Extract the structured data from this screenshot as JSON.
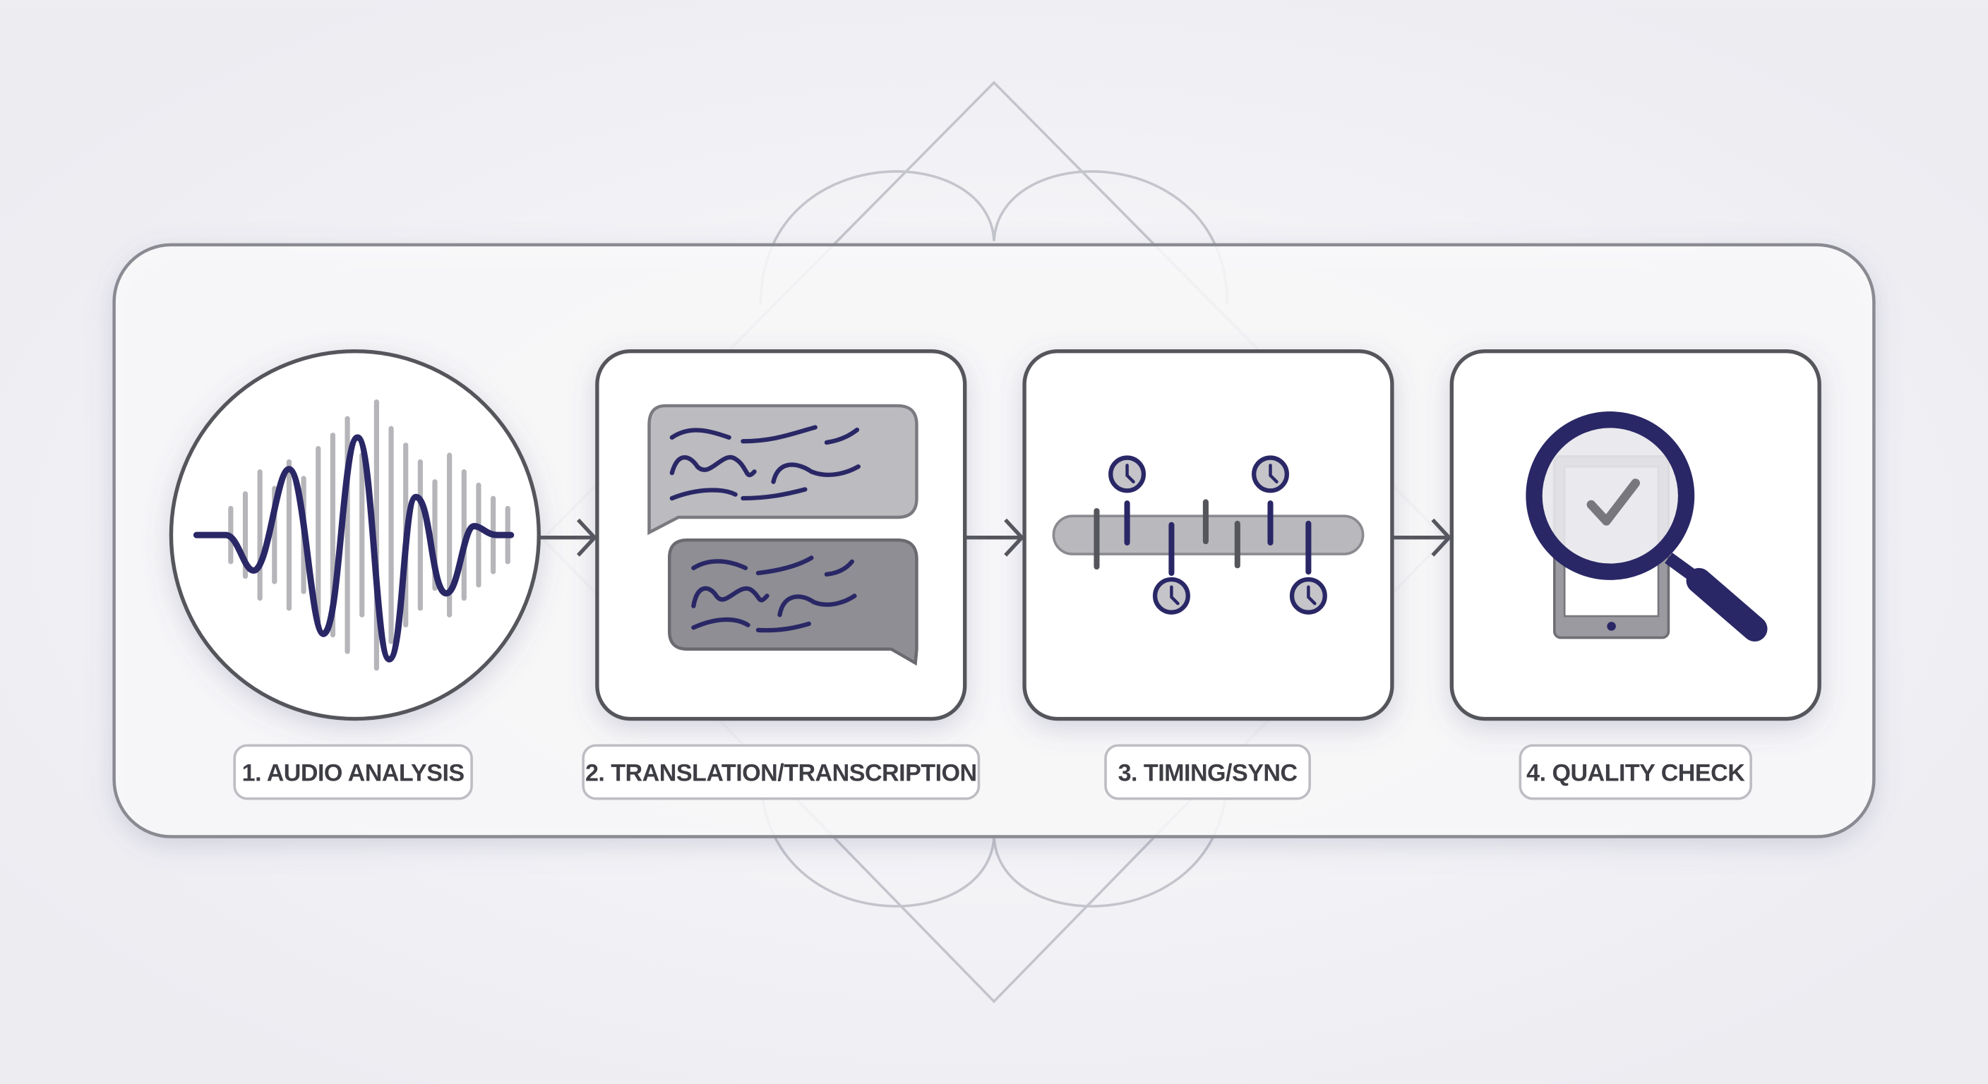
{
  "steps": [
    {
      "label": "1. AUDIO ANALYSIS",
      "icon": "waveform-icon"
    },
    {
      "label": "2. TRANSLATION/TRANSCRIPTION",
      "icon": "chat-bubbles-icon"
    },
    {
      "label": "3. TIMING/SYNC",
      "icon": "timeline-clock-icon"
    },
    {
      "label": "4. QUALITY CHECK",
      "icon": "magnifier-tablet-check-icon"
    }
  ],
  "colors": {
    "accent": "#2a2766",
    "outline": "#5a5a60",
    "gray": "#b7b7bc",
    "dark_gray": "#8d8d93",
    "background": "#f3f3f6"
  }
}
